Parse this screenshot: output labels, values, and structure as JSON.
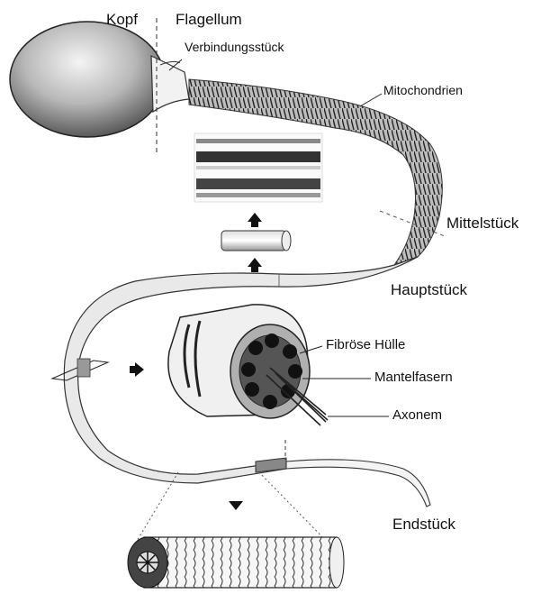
{
  "labels": {
    "kopf": "Kopf",
    "flagellum": "Flagellum",
    "verbindungsstueck": "Verbindungsstück",
    "mitochondrien": "Mitochondrien",
    "mittelstueck": "Mittelstück",
    "hauptstueck": "Hauptstück",
    "fibroese_huelle": "Fibröse Hülle",
    "mantelfasern": "Mantelfasern",
    "axonem": "Axonem",
    "endstueck": "Endstück"
  }
}
